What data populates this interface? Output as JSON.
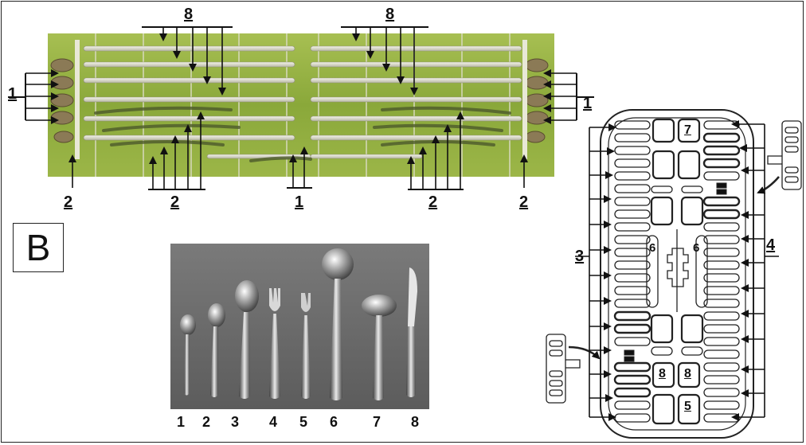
{
  "panel_label": "B",
  "top_photo": {
    "labels": [
      {
        "id": "top-left-8",
        "text": "8"
      },
      {
        "id": "top-right-8",
        "text": "8"
      },
      {
        "id": "left-1",
        "text": "1"
      },
      {
        "id": "right-1",
        "text": "1"
      },
      {
        "id": "bottom-1",
        "text": "1"
      },
      {
        "id": "bottom-2-a",
        "text": "2"
      },
      {
        "id": "bottom-2-b",
        "text": "2"
      },
      {
        "id": "bottom-2-c",
        "text": "2"
      },
      {
        "id": "bottom-2-d",
        "text": "2"
      }
    ]
  },
  "cutlery_numbers": [
    "1",
    "2",
    "3",
    "4",
    "5",
    "6",
    "7",
    "8"
  ],
  "rack_diagram": {
    "labels": {
      "left": "3",
      "right": "4",
      "top_slot": "7",
      "center_left": "6",
      "center_right": "6",
      "bottom_left": "8",
      "bottom_right": "8",
      "bottom_slot": "5"
    }
  },
  "colors": {
    "green_background": "#8fab3c",
    "gray_background": "#6b6b6b",
    "ink": "#111111"
  }
}
